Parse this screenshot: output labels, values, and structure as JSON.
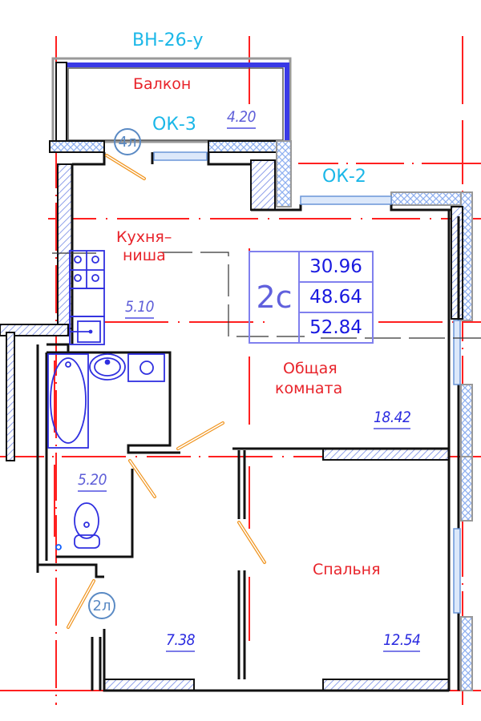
{
  "plan": {
    "apartment_type": "2с",
    "summary_areas": {
      "living_area": "30.96",
      "total_area": "48.64",
      "total_area_with_balcony": "52.84"
    },
    "windows": {
      "balcony_glazing": "ВН-26-у",
      "ok3": "ОК-3",
      "ok2": "ОК-2"
    },
    "door_tags": {
      "balcony_door": "4л",
      "entrance_door": "2л"
    },
    "rooms": [
      {
        "name": "Балкон",
        "area": "4.20"
      },
      {
        "name": "Кухня–\nниша",
        "name_line1": "Кухня–",
        "name_line2": "ниша",
        "area": "5.10"
      },
      {
        "name": "Общая комната",
        "name_line1": "Общая",
        "name_line2": "комната",
        "area": "18.42"
      },
      {
        "name": "",
        "area": "5.20"
      },
      {
        "name": "Спальня",
        "area": "12.54"
      },
      {
        "name": "",
        "area": "7.38"
      }
    ],
    "colors": {
      "axis_lines": "#ff2020",
      "walls": "#111111",
      "fixtures": "#3030e0",
      "doors": "#f0941e",
      "window_tags": "#1ab7e8",
      "insulation_hatch": "#8fa8f0",
      "room_names": "#e8232a",
      "area_values": "#2a2ae0"
    }
  }
}
